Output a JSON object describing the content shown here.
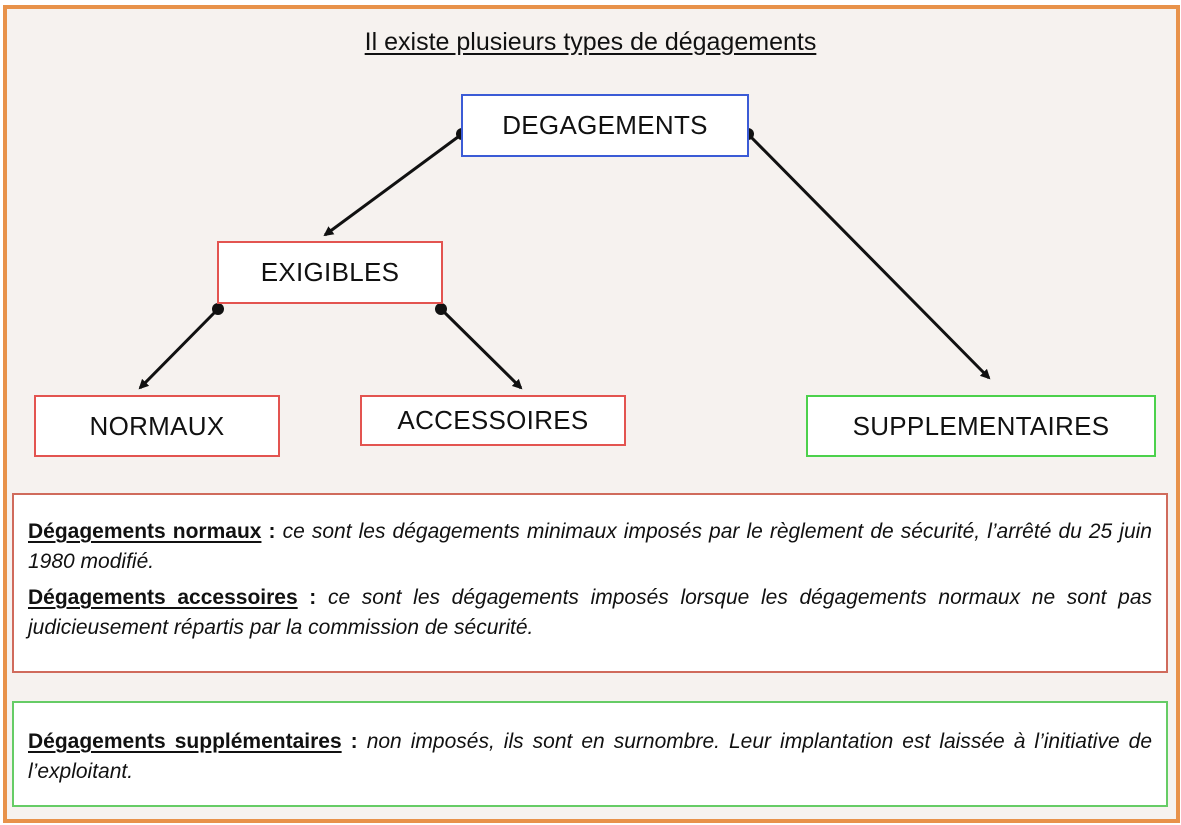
{
  "title": "Il existe plusieurs types de dégagements",
  "nodes": {
    "root": "DEGAGEMENTS",
    "exigibles": "EXIGIBLES",
    "normaux": "NORMAUX",
    "accessoires": "ACCESSOIRES",
    "supplementaires": "SUPPLEMENTAIRES"
  },
  "definitions": {
    "normaux": {
      "term": "Dégagements normaux",
      "sep": " : ",
      "text": "ce sont les dégagements minimaux imposés par le règlement de sécurité, l’arrêté du 25 juin 1980 modifié."
    },
    "accessoires": {
      "term": "Dégagements accessoires",
      "sep": " : ",
      "text": "ce sont les dégagements imposés lorsque les dégagements normaux ne sont pas judicieusement répartis par la commission de sécurité."
    },
    "supplementaires": {
      "term": "Dégagements supplémentaires",
      "sep": " : ",
      "text": "non imposés, ils sont en surnombre. Leur implantation est laissée à l’initiative de l’exploitant."
    }
  },
  "colors": {
    "frame": "#e8924a",
    "root_border": "#3b5bd6",
    "red_border": "#e35450",
    "green_border": "#4cd14c"
  }
}
